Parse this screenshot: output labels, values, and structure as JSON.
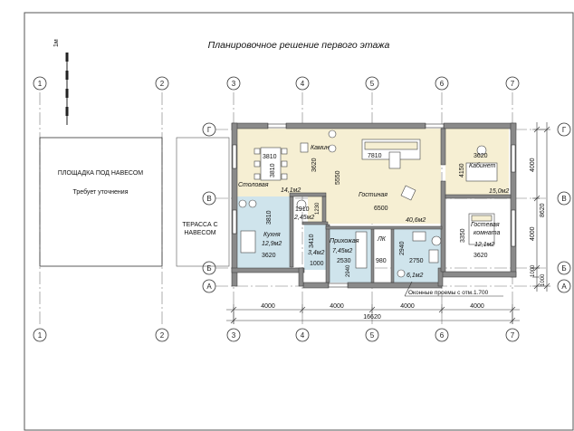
{
  "title": "Планировочное решение первого этажа",
  "scale_bar": "1м",
  "axes_numeric": [
    "1",
    "2",
    "3",
    "4",
    "5",
    "6",
    "7"
  ],
  "axes_letter": [
    "Г",
    "В",
    "Б",
    "А"
  ],
  "canopy": {
    "title": "ПЛОЩАДКА ПОД НАВЕСОМ",
    "note": "Требует уточнения"
  },
  "terrace": {
    "line1": "ТЕРАССА С",
    "line2": "НАВЕСОМ"
  },
  "rooms": {
    "dining": {
      "name": "Столовая",
      "area": "14,1м2",
      "dim_w": "3810",
      "dim_h": "3810"
    },
    "fireplace": {
      "name": "Камин"
    },
    "living": {
      "name": "Гостиная",
      "area": "40,6м2",
      "dim_w1": "7810",
      "dim_w2": "6500",
      "dim_h1": "3620",
      "dim_h2": "5550"
    },
    "study": {
      "name": "Кабинет",
      "area": "15,0м2",
      "dim_w": "3620",
      "dim_h": "4150"
    },
    "kitchen": {
      "name": "Кухня",
      "area": "12,9м2",
      "dim_w": "3620",
      "dim_h": "3810"
    },
    "bath_small": {
      "area": "2,45м2",
      "dim_w": "1910",
      "dim_h": "1230"
    },
    "pantry": {
      "area": "3,4м2",
      "dim_h": "3410",
      "dim_w": "1000"
    },
    "hall": {
      "name": "Прихожая",
      "area": "7,45м2",
      "dim_w": "2530",
      "dim_h": "2940"
    },
    "lk": {
      "name": "ЛК",
      "dim_w": "980"
    },
    "wc": {
      "area": "6,1м2",
      "dim_h": "2940",
      "dim_w": "2750"
    },
    "guest": {
      "name_line1": "Гостевая",
      "name_line2": "комната",
      "area": "12,1м2",
      "dim_w": "3620",
      "dim_h": "3350"
    }
  },
  "windows_note": "Оконные проемы с отм.1.700",
  "dims_bottom": [
    "4000",
    "4000",
    "4000",
    "4000"
  ],
  "dim_total_bottom": "16620",
  "dims_right": [
    "4000",
    "4000",
    "1000",
    "1000"
  ],
  "dim_total_right": "8620",
  "colors": {
    "living_fill": "#f6efd3",
    "kitchen_fill": "#cfe4ec",
    "wall": "#8a8a8a",
    "line": "#333333"
  }
}
